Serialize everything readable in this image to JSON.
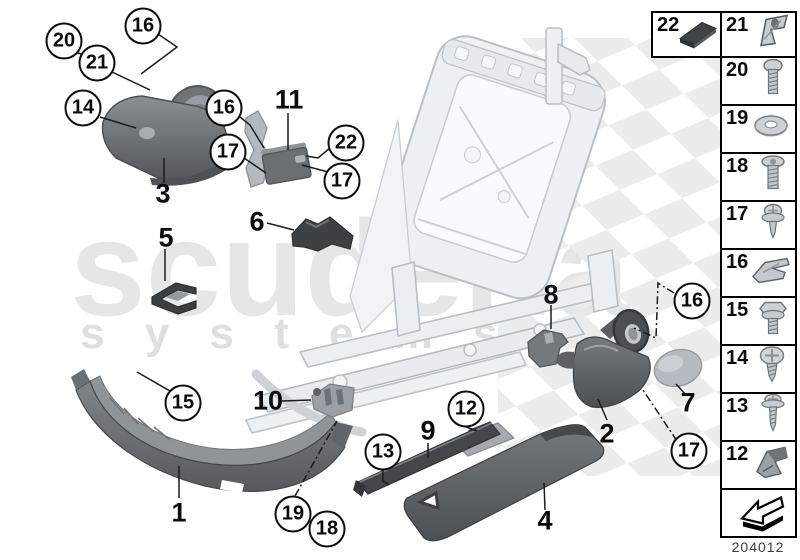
{
  "watermark": {
    "line1": "scuderia",
    "line2": "s y s t e m s"
  },
  "diagram": {
    "code": "204012",
    "circled": [
      "20",
      "21",
      "16",
      "14",
      "16",
      "17",
      "22",
      "17",
      "16",
      "17",
      "15",
      "19",
      "18",
      "13",
      "12"
    ],
    "plain": [
      "3",
      "11",
      "6",
      "5",
      "8",
      "10",
      "9",
      "2",
      "7",
      "1",
      "4"
    ],
    "parts": [
      {
        "ref": "1",
        "shape": "front-seat-trim-panel"
      },
      {
        "ref": "2",
        "shape": "recliner-side-cover"
      },
      {
        "ref": "3",
        "shape": "belt-outlet-cover"
      },
      {
        "ref": "4",
        "shape": "outer-seat-rail-trim"
      },
      {
        "ref": "5",
        "shape": "channel-clip"
      },
      {
        "ref": "6",
        "shape": "rear-bracket-trim"
      },
      {
        "ref": "7",
        "shape": "round-cap"
      },
      {
        "ref": "8",
        "shape": "guide-clip"
      },
      {
        "ref": "9",
        "shape": "rail-cover-strip"
      },
      {
        "ref": "10",
        "shape": "mounting-bracket"
      },
      {
        "ref": "11",
        "shape": "actuator-with-bracket"
      }
    ]
  },
  "sidebar": {
    "items": [
      {
        "number": "22",
        "icon": "trim-pad-icon"
      },
      {
        "number": "21",
        "icon": "speed-nut-clip-icon"
      },
      {
        "number": "20",
        "icon": "pan-head-screw-icon"
      },
      {
        "number": "19",
        "icon": "washer-icon"
      },
      {
        "number": "18",
        "icon": "countersunk-screw-icon"
      },
      {
        "number": "17",
        "icon": "collar-screw-icon"
      },
      {
        "number": "16",
        "icon": "retaining-clip-icon"
      },
      {
        "number": "15",
        "icon": "hex-flange-bolt-icon"
      },
      {
        "number": "14",
        "icon": "phillips-screw-icon"
      },
      {
        "number": "13",
        "icon": "washer-head-screw-icon"
      },
      {
        "number": "12",
        "icon": "clamp-bracket-icon"
      }
    ],
    "footer_icon": "direction-arrow-icon"
  },
  "colors": {
    "watermark": "#e7e6e6",
    "checker": "#ececec",
    "part_dark": "#53575b",
    "ghost_frame": "#eef0f3",
    "line": "#1c1c1c"
  }
}
